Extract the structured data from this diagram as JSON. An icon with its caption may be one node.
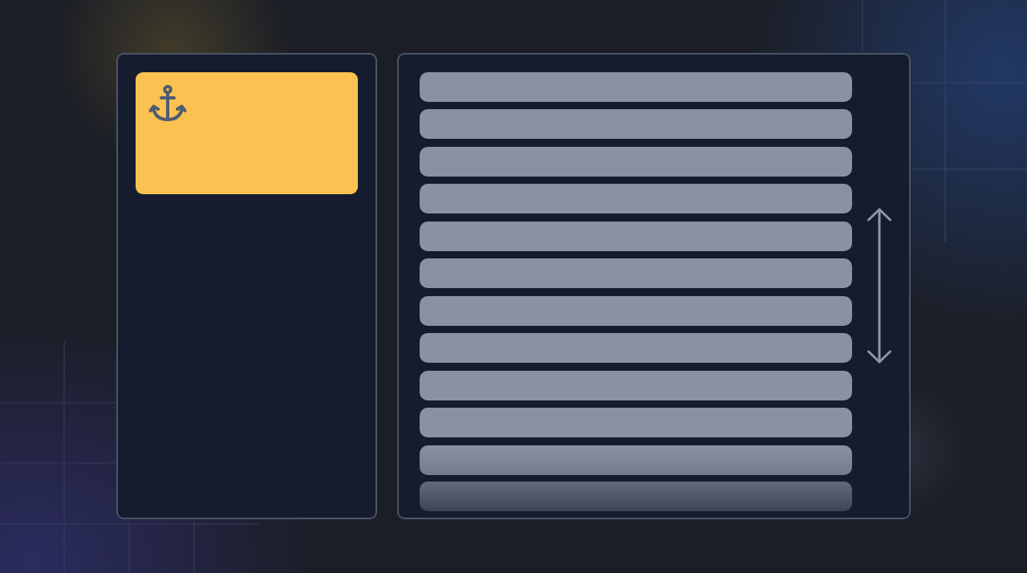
{
  "diagram": {
    "nodes": [
      {
        "text": [],
        "shape": "box"
      },
      {
        "text": [],
        "shape": "box",
        "in": 0
      },
      {
        "text": [],
        "shape": "box"
      },
      {
        "text": [],
        "shape": "bar",
        "in": 2
      },
      {
        "text": [],
        "shape": "bar",
        "in": 2
      },
      {
        "text": [],
        "shape": "bar",
        "in": 2
      },
      {
        "text": [],
        "shape": "bar",
        "in": 2
      },
      {
        "text": [],
        "shape": "bar",
        "in": 2
      },
      {
        "text": [],
        "shape": "bar",
        "in": 2
      },
      {
        "text": [],
        "shape": "bar",
        "in": 2
      },
      {
        "text": [],
        "shape": "bar",
        "in": 2
      },
      {
        "text": [],
        "shape": "bar",
        "in": 2
      },
      {
        "text": [],
        "shape": "bar",
        "in": 2
      },
      {
        "text": [],
        "shape": "bar",
        "in": 2
      },
      {
        "text": [],
        "shape": "bar",
        "in": 2
      }
    ]
  }
}
